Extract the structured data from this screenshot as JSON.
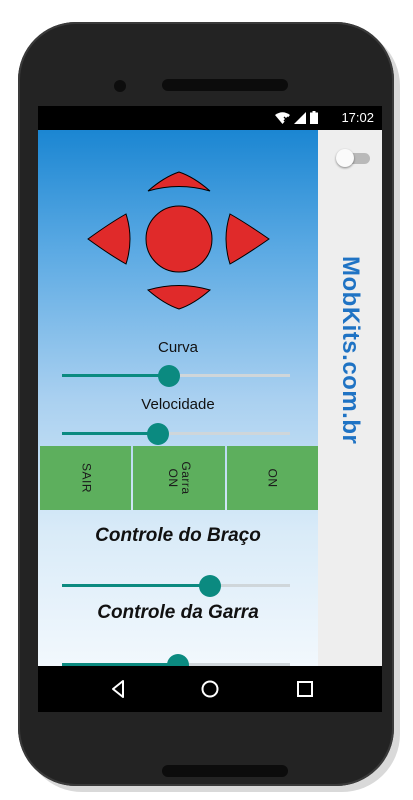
{
  "status_bar": {
    "time": "17:02"
  },
  "side_panel": {
    "brand": "MobKits.com.br",
    "toggle_on": false
  },
  "sliders": {
    "curva": {
      "label": "Curva",
      "value": 0.47
    },
    "velocidade": {
      "label": "Velocidade",
      "value": 0.42
    }
  },
  "buttons": [
    {
      "label": "SAIR"
    },
    {
      "label": "Garra\nON"
    },
    {
      "label": "ON"
    }
  ],
  "sections": {
    "braco": {
      "title": "Controle do Braço",
      "slider_value": 0.65
    },
    "garra": {
      "title": "Controle da Garra",
      "slider_value": 0.51
    }
  },
  "colors": {
    "dpad_red": "#e02a2a",
    "slider_teal": "#0b8a80",
    "button_green": "#5daf5d",
    "brand_blue": "#1f73c4"
  }
}
